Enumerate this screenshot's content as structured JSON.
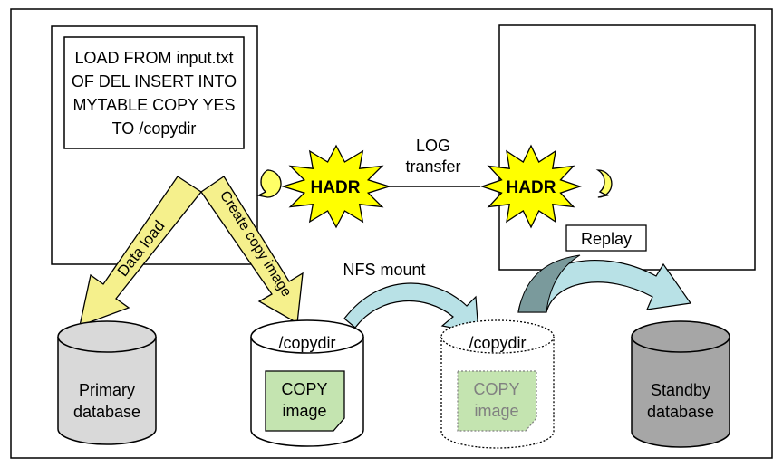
{
  "command_box": {
    "lines": [
      "LOAD FROM input.txt",
      "OF DEL INSERT INTO",
      "MYTABLE COPY YES",
      "TO /copydir"
    ]
  },
  "hadr": {
    "left_label": "HADR",
    "right_label": "HADR"
  },
  "log_transfer": {
    "line1": "LOG",
    "line2": "transfer"
  },
  "arrows": {
    "data_load": "Data load",
    "create_copy": "Create copy image",
    "nfs_mount": "NFS mount",
    "replay": "Replay"
  },
  "primary_db": {
    "line1": "Primary",
    "line2": "database"
  },
  "copydir_main": {
    "label": "/copydir",
    "note_line1": "COPY",
    "note_line2": "image"
  },
  "copydir_mounted": {
    "label": "/copydir",
    "note_line1": "COPY",
    "note_line2": "image"
  },
  "standby_db": {
    "line1": "Standby",
    "line2": "database"
  },
  "colors": {
    "arrow_yellow": "#f5f08c",
    "hadr_yellow": "#ffff00",
    "disk_gray": "#d9d9d9",
    "standby_gray": "#a6a6a6",
    "note_green": "#c4e4b0",
    "curve_teal": "#b8e1e6",
    "curve_dark": "#7a9a9c"
  }
}
